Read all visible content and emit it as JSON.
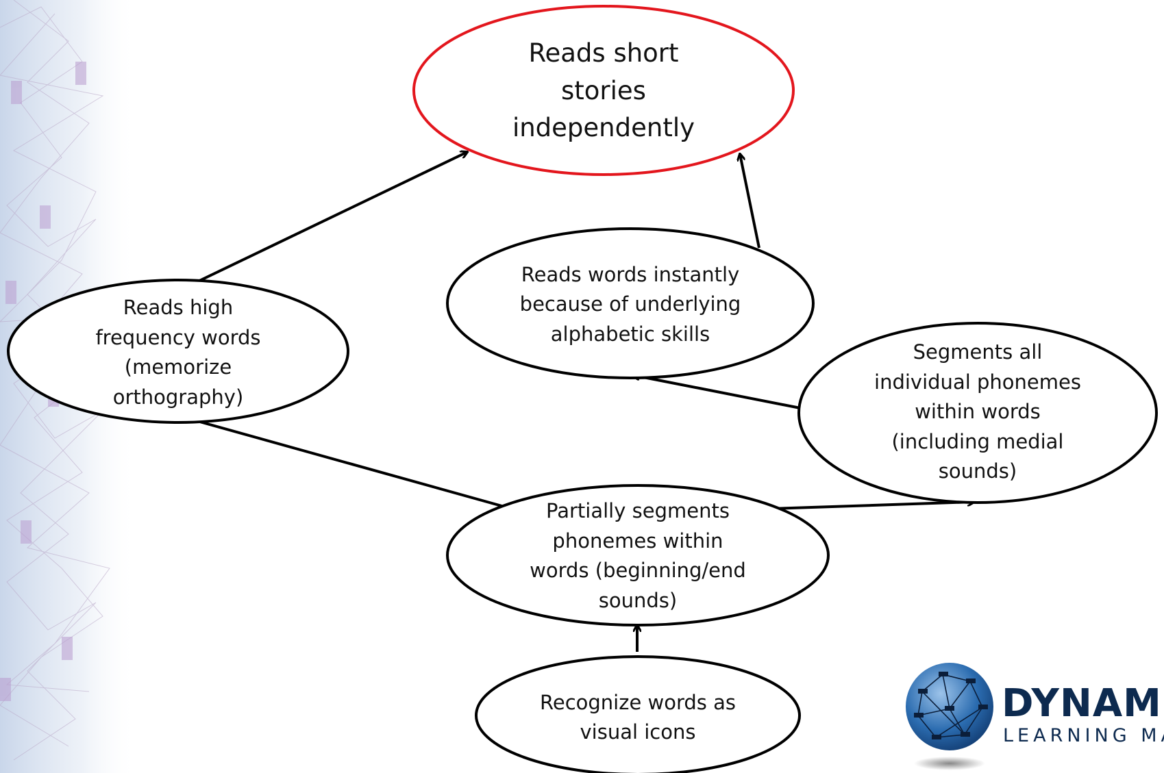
{
  "colors": {
    "goal_outline": "#e3161d",
    "node_outline": "#000000",
    "arrow": "#000000",
    "logo_text": "#0d2a4f",
    "logo_globe": "#2b6cb0"
  },
  "nodes": {
    "goal": "Reads short\nstories\nindependently",
    "high_freq": "Reads high\nfrequency words\n(memorize\northography)",
    "instant": "Reads words instantly\nbecause of underlying\nalphabetic skills",
    "segments_all": "Segments all\nindividual phonemes\nwithin words\n(including medial\nsounds)",
    "partial": "Partially segments\nphonemes within\nwords (beginning/end\nsounds)",
    "recognize": "Recognize words as\nvisual icons"
  },
  "logo": {
    "word": "DYNAMIC",
    "tagline": "LEARNING MAP",
    "icon": "globe-network-icon"
  }
}
